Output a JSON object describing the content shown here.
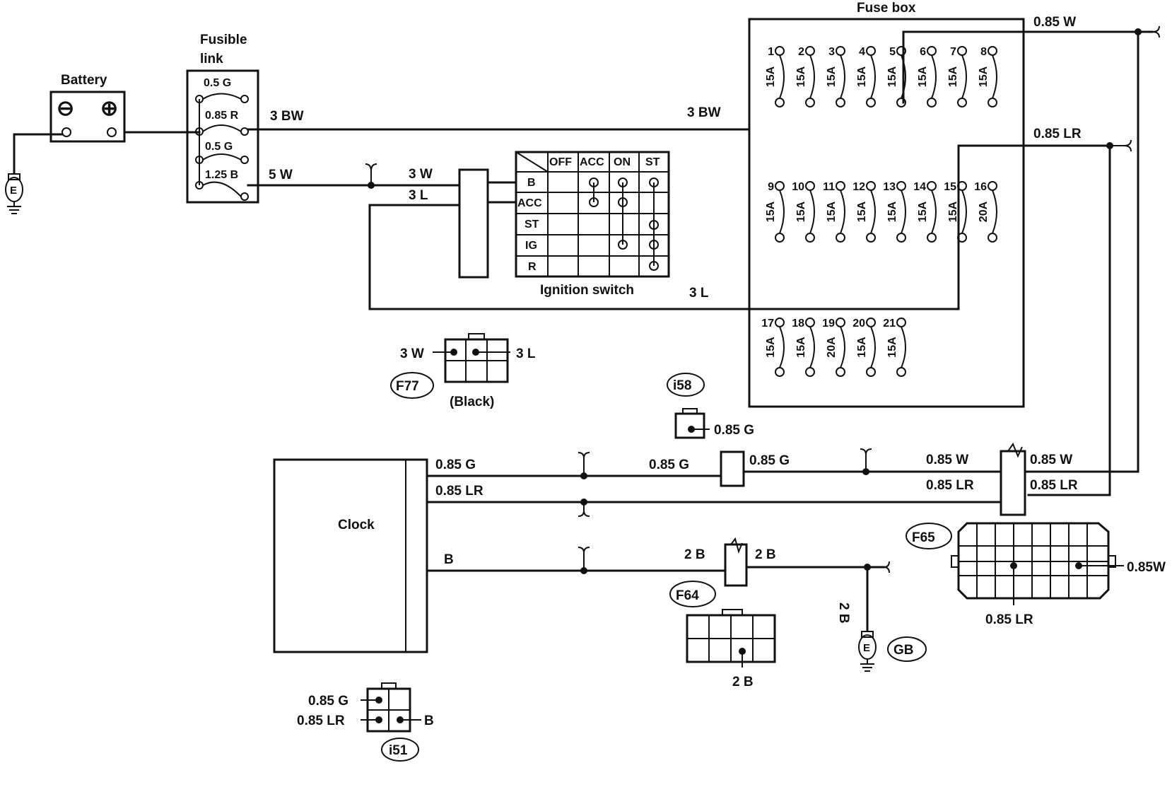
{
  "battery": {
    "title": "Battery",
    "neg": "⊖",
    "pos": "⊕"
  },
  "fusible_link": {
    "title_line1": "Fusible",
    "title_line2": "link",
    "links": [
      "0.5 G",
      "0.85 R",
      "0.5 G",
      "1.25 B"
    ]
  },
  "ground": {
    "letter": "E"
  },
  "wires": {
    "bw_left": "3 BW",
    "bw_right": "3 BW",
    "w5": "5 W",
    "w3": "3 W",
    "l3": "3 L",
    "l3_return": "3 L",
    "w085_top": "0.85 W",
    "lr085_top": "0.85 LR",
    "clock_g": "0.85 G",
    "clock_lr": "0.85 LR",
    "clock_b": "B",
    "mid_g1": "0.85 G",
    "mid_g2": "0.85 G",
    "mid_w_left": "0.85 W",
    "mid_lr_left": "0.85 LR",
    "mid_w_right": "0.85 W",
    "mid_lr_right": "0.85 LR",
    "b2_left": "2 B",
    "b2_right": "2 B",
    "b2_vertical": "2 B"
  },
  "ignition_switch": {
    "title": "Ignition switch",
    "columns": [
      "OFF",
      "ACC",
      "ON",
      "ST"
    ],
    "rows": [
      "B",
      "ACC",
      "ST",
      "IG",
      "R"
    ]
  },
  "fuse_box": {
    "title": "Fuse box",
    "fuses": [
      {
        "n": "1",
        "a": "15A"
      },
      {
        "n": "2",
        "a": "15A"
      },
      {
        "n": "3",
        "a": "15A"
      },
      {
        "n": "4",
        "a": "15A"
      },
      {
        "n": "5",
        "a": "15A"
      },
      {
        "n": "6",
        "a": "15A"
      },
      {
        "n": "7",
        "a": "15A"
      },
      {
        "n": "8",
        "a": "15A"
      },
      {
        "n": "9",
        "a": "15A"
      },
      {
        "n": "10",
        "a": "15A"
      },
      {
        "n": "11",
        "a": "15A"
      },
      {
        "n": "12",
        "a": "15A"
      },
      {
        "n": "13",
        "a": "15A"
      },
      {
        "n": "14",
        "a": "15A"
      },
      {
        "n": "15",
        "a": "15A"
      },
      {
        "n": "16",
        "a": "20A"
      },
      {
        "n": "17",
        "a": "15A"
      },
      {
        "n": "18",
        "a": "15A"
      },
      {
        "n": "19",
        "a": "20A"
      },
      {
        "n": "20",
        "a": "15A"
      },
      {
        "n": "21",
        "a": "15A"
      }
    ]
  },
  "connectors": {
    "f77": {
      "id": "F77",
      "left": "3 W",
      "right": "3 L",
      "note": "(Black)"
    },
    "i58": {
      "id": "i58",
      "wire": "0.85 G"
    },
    "i51": {
      "id": "i51",
      "g": "0.85 G",
      "lr": "0.85 LR",
      "b": "B"
    },
    "f64": {
      "id": "F64",
      "wire": "2 B"
    },
    "f65": {
      "id": "F65",
      "w": "0.85W",
      "lr": "0.85 LR"
    },
    "gb": {
      "id": "GB"
    }
  },
  "clock": {
    "label": "Clock"
  }
}
